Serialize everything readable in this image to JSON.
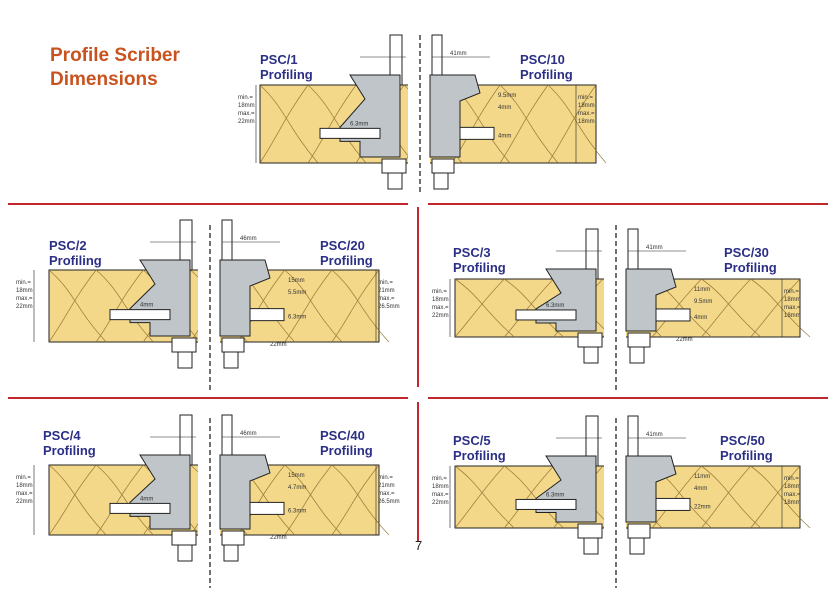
{
  "title": {
    "line1": "Profile Scriber",
    "line2": "Dimensions"
  },
  "page_number": "7",
  "colors": {
    "title": "#c9531f",
    "label": "#2b2f86",
    "divider": "#c0282d",
    "wood": "#f4d88a",
    "grain": "#8a6a2a",
    "cutter": "#bfc5c8"
  },
  "panels": [
    {
      "id": "psc1",
      "left_label": {
        "line1": "PSC/1",
        "line2": "Profiling"
      },
      "right_label": {
        "line1": "PSC/10",
        "line2": "Profiling"
      },
      "side_left": [
        "min.=",
        "18mm",
        "max.=",
        "22mm"
      ],
      "side_right": [
        "min.=",
        "18mm",
        "max.=",
        "18mm"
      ],
      "dims": [
        "6.3mm",
        "41mm",
        "9.5mm",
        "4mm",
        "4mm"
      ]
    },
    {
      "id": "psc2",
      "left_label": {
        "line1": "PSC/2",
        "line2": "Profiling"
      },
      "right_label": {
        "line1": "PSC/20",
        "line2": "Profiling"
      },
      "side_left": [
        "min.=",
        "18mm",
        "max.=",
        "22mm"
      ],
      "side_right": [
        "min.=",
        "21mm",
        "max.=",
        "26.5mm"
      ],
      "dims": [
        "4mm",
        "46mm",
        "15mm",
        "5.5mm",
        "6.3mm",
        "22mm"
      ]
    },
    {
      "id": "psc3",
      "left_label": {
        "line1": "PSC/3",
        "line2": "Profiling"
      },
      "right_label": {
        "line1": "PSC/30",
        "line2": "Profiling"
      },
      "side_left": [
        "min.=",
        "18mm",
        "max.=",
        "22mm"
      ],
      "side_right": [
        "min.=",
        "18mm",
        "max.=",
        "18mm"
      ],
      "dims": [
        "6.3mm",
        "41mm",
        "11mm",
        "9.5mm",
        "4mm",
        "22mm"
      ]
    },
    {
      "id": "psc4",
      "left_label": {
        "line1": "PSC/4",
        "line2": "Profiling"
      },
      "right_label": {
        "line1": "PSC/40",
        "line2": "Profiling"
      },
      "side_left": [
        "min.=",
        "18mm",
        "max.=",
        "22mm"
      ],
      "side_right": [
        "min.=",
        "21mm",
        "max.=",
        "26.5mm"
      ],
      "dims": [
        "4mm",
        "46mm",
        "15mm",
        "4.7mm",
        "6.3mm",
        "22mm"
      ]
    },
    {
      "id": "psc5",
      "left_label": {
        "line1": "PSC/5",
        "line2": "Profiling"
      },
      "right_label": {
        "line1": "PSC/50",
        "line2": "Profiling"
      },
      "side_left": [
        "min.=",
        "18mm",
        "max.=",
        "22mm"
      ],
      "side_right": [
        "min.=",
        "18mm",
        "max.=",
        "18mm"
      ],
      "dims": [
        "6.3mm",
        "41mm",
        "11mm",
        "4mm",
        "22mm"
      ]
    }
  ]
}
